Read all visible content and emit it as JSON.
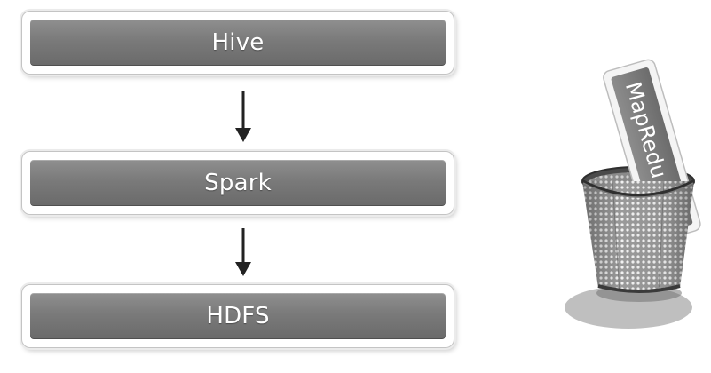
{
  "diagram": {
    "layers": [
      {
        "label": "Hive"
      },
      {
        "label": "Spark"
      },
      {
        "label": "HDFS"
      }
    ],
    "discarded": {
      "label": "MapRedu"
    }
  },
  "colors": {
    "box_fill": "#7a7a7a",
    "box_border": "#c4c4c4",
    "arrow": "#222222",
    "label": "#ffffff"
  }
}
